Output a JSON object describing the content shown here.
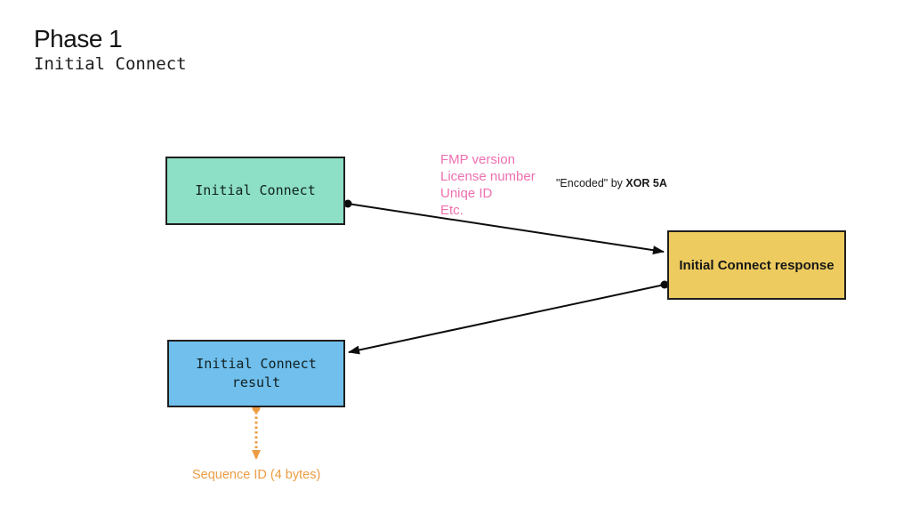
{
  "header": {
    "title": "Phase 1",
    "subtitle": "Initial Connect"
  },
  "nodes": {
    "initial_connect": {
      "label": "Initial Connect",
      "fill": "#8de0c6"
    },
    "initial_connect_response": {
      "label": "Initial Connect response",
      "fill": "#edcb5e"
    },
    "initial_connect_result": {
      "line1": "Initial Connect",
      "line2": "result",
      "fill": "#70bfed"
    }
  },
  "annotations": {
    "payload": {
      "color": "#ee6fb0",
      "lines": [
        "FMP version",
        "License number",
        "Uniqe ID",
        "Etc."
      ]
    },
    "encoded": {
      "prefix": "\"Encoded\" by ",
      "emphasis": "XOR 5A"
    },
    "sequence": {
      "color": "#eb9c42",
      "text": "Sequence ID (4 bytes)"
    }
  }
}
